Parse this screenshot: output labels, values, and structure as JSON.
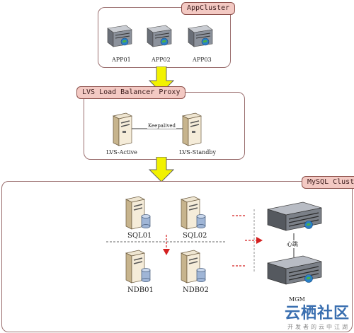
{
  "clusters": {
    "app": {
      "title": "AppCluster",
      "servers": [
        "APP01",
        "APP02",
        "APP03"
      ]
    },
    "lvs": {
      "title": "LVS Load Balancer Proxy",
      "active": "LVS-Active",
      "standby": "LVS-Standby",
      "link": "Keepalived"
    },
    "mysql": {
      "title": "MySQL Cluster",
      "sql_nodes": [
        "SQL01",
        "SQL02"
      ],
      "ndb_nodes": [
        "NDB01",
        "NDB02"
      ],
      "heartbeat": "心跳",
      "mgm": "MGM"
    }
  },
  "watermark": {
    "title": "云栖社区",
    "subtitle": "开发者的云中江湖"
  },
  "colors": {
    "arrow": "#f2f200",
    "panel_border": "#9a6e6e",
    "tag_fill": "#f3c9c3",
    "dashed_red": "#d42020"
  }
}
